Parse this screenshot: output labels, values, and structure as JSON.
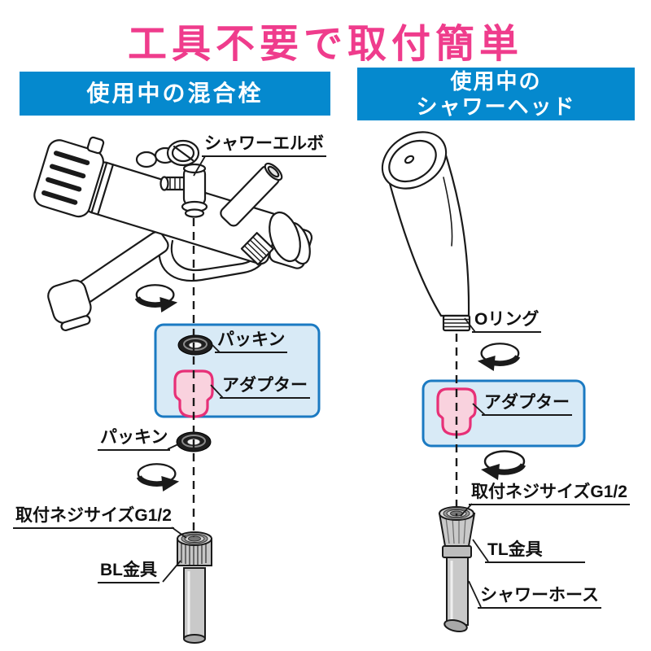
{
  "title": "工具不要で取付簡単",
  "left_panel": {
    "header": "使用中の混合栓",
    "labels": {
      "shower_elbow": "シャワーエルボ",
      "packing_upper": "パッキン",
      "adapter": "アダプター",
      "packing_lower": "パッキン",
      "thread_size": "取付ネジサイズG1/2",
      "fitting": "BL金具"
    }
  },
  "right_panel": {
    "header_line1": "使用中の",
    "header_line2": "シャワーヘッド",
    "labels": {
      "o_ring": "Oリング",
      "adapter": "アダプター",
      "thread_size": "取付ネジサイズG1/2",
      "fitting": "TL金具",
      "hose": "シャワーホース"
    }
  },
  "colors": {
    "title_pink": "#EF3C8C",
    "header_blue": "#0589CE",
    "panel_box_fill": "#D8EAF6",
    "panel_box_border": "#1B7AC2",
    "adapter_fill": "#F9D2DE",
    "adapter_border": "#E73077",
    "metal_gray": "#C9C9C9",
    "line_black": "#1A1A1A"
  },
  "icons": {
    "rotate_arrow": "rotate-arrow-icon",
    "gasket_ring": "gasket-ring-icon",
    "dashed_axis": "assembly-axis-dashed-line"
  }
}
